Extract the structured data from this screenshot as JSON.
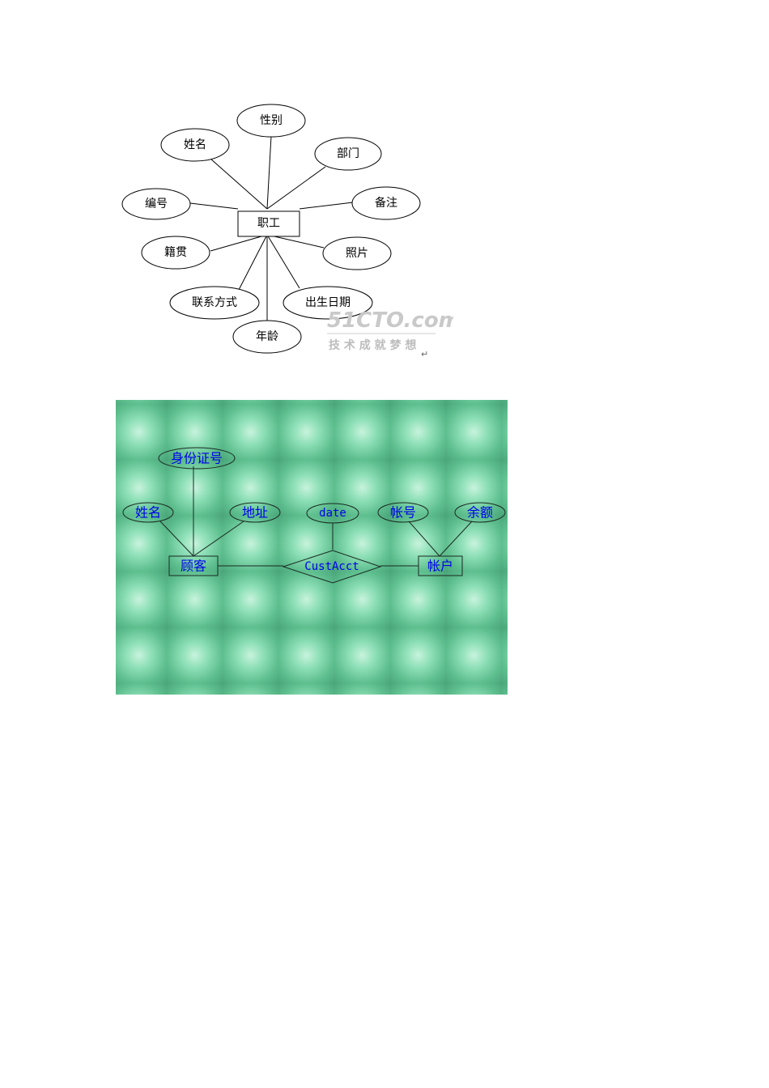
{
  "diagram1": {
    "entity": "职工",
    "attributes": [
      "姓名",
      "性别",
      "部门",
      "编号",
      "备注",
      "籍贯",
      "照片",
      "联系方式",
      "出生日期",
      "年龄"
    ],
    "watermark": {
      "logo": "51CTO.com",
      "slogan": "技 术 成 就 梦 想"
    },
    "paragraph_mark": "↵"
  },
  "diagram2": {
    "entities": {
      "customer": "顾客",
      "account": "帐户"
    },
    "relationship": "CustAcct",
    "customer_attributes": {
      "id_number": "身份证号",
      "name": "姓名",
      "address": "地址"
    },
    "relationship_attribute": "date",
    "account_attributes": {
      "account_no": "帐号",
      "balance": "余额"
    },
    "text_color": "#0000ee",
    "background_color": "#6fcf9f"
  }
}
